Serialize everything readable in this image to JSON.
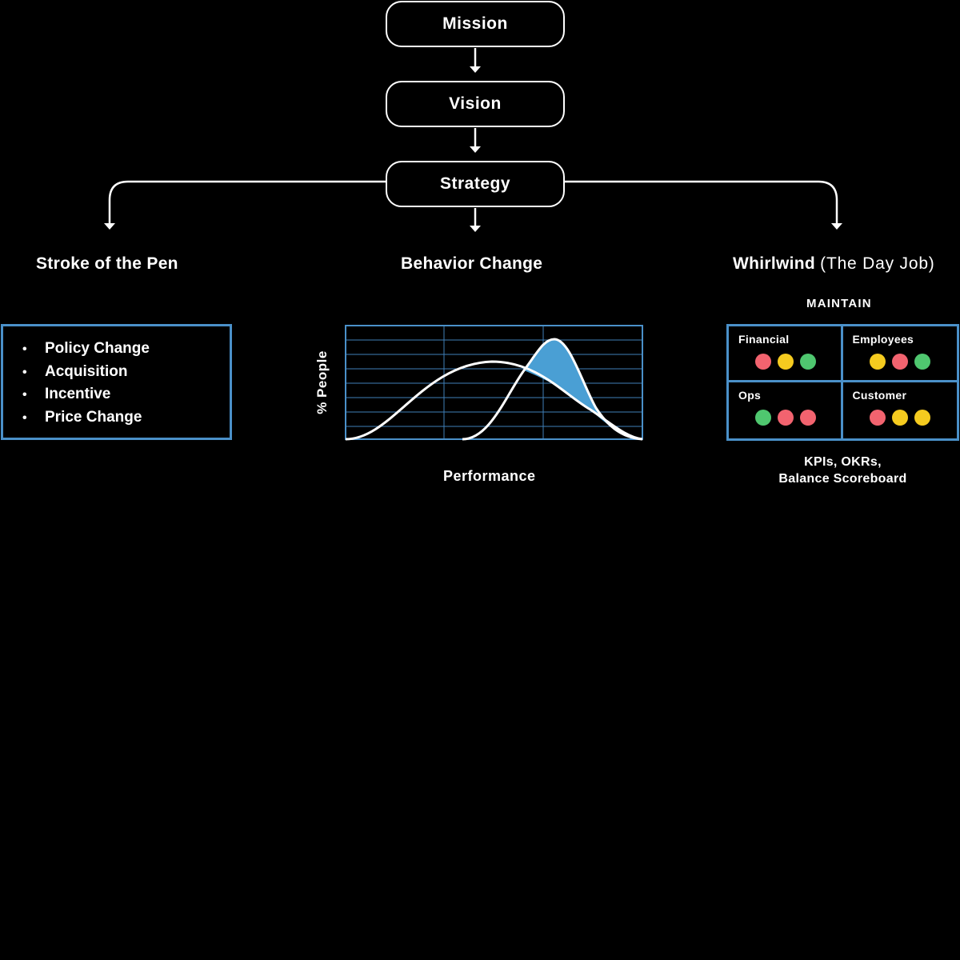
{
  "flow": {
    "mission": "Mission",
    "vision": "Vision",
    "strategy": "Strategy"
  },
  "branches": {
    "pen": {
      "title": "Stroke of the Pen",
      "items": [
        "Policy Change",
        "Acquisition",
        "Incentive",
        "Price Change"
      ],
      "bullet": "•"
    },
    "behavior": {
      "title": "Behavior Change",
      "ylabel": "% People",
      "xlabel": "Performance"
    },
    "whirlwind": {
      "title": "Whirlwind",
      "subtitle": "(The Day Job)",
      "maintain": "MAINTAIN",
      "cells": [
        {
          "label": "Financial",
          "dots": [
            "red",
            "yellow",
            "green"
          ]
        },
        {
          "label": "Employees",
          "dots": [
            "yellow",
            "red",
            "green"
          ]
        },
        {
          "label": "Ops",
          "dots": [
            "green",
            "red",
            "red"
          ]
        },
        {
          "label": "Customer",
          "dots": [
            "red",
            "yellow",
            "yellow"
          ]
        }
      ],
      "footnote_line1": "KPIs, OKRs,",
      "footnote_line2": "Balance Scoreboard"
    }
  },
  "colors": {
    "background": "#000000",
    "foreground": "#ffffff",
    "accent_blue": "#4a90c9",
    "curve_fill": "#4a9fd4",
    "red": "#f2636f",
    "yellow": "#f5cb1f",
    "green": "#4fc76f"
  }
}
